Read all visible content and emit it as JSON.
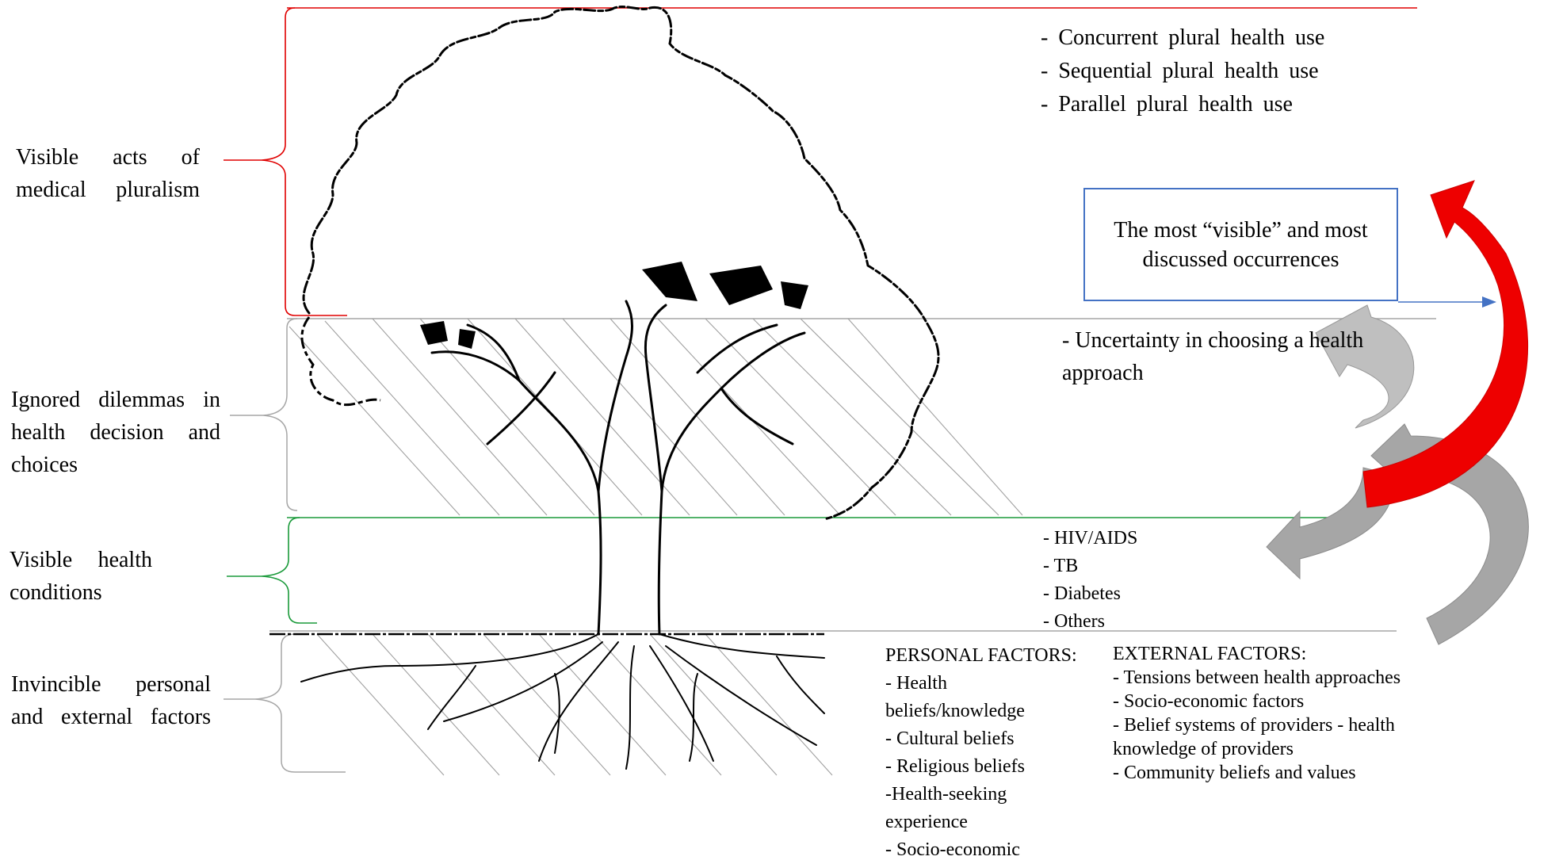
{
  "left_labels": {
    "visible_acts": "Visible acts of medical pluralism",
    "ignored_dilemmas": "Ignored dilemmas in health decision and choices",
    "visible_conditions": "Visible health conditions",
    "invincible_factors": "Invincible personal and external factors"
  },
  "pluralism_list": [
    "-  Concurrent plural health use",
    "-  Sequential plural health use",
    "-  Parallel plural health use"
  ],
  "callout_box": "The most “visible” and most discussed occurrences",
  "dilemma_text": "- Uncertainty in choosing a health approach",
  "conditions_list": [
    "- HIV/AIDS",
    "- TB",
    "- Diabetes",
    "- Others"
  ],
  "personal_factors": {
    "heading": "PERSONAL FACTORS:",
    "items": [
      "- Health",
      "beliefs/knowledge",
      "- Cultural beliefs",
      "- Religious beliefs",
      "-Health-seeking",
      "experience",
      "- Socio-economic"
    ]
  },
  "external_factors": {
    "heading": "EXTERNAL FACTORS:",
    "items": [
      "- Tensions between health approaches",
      "- Socio-economic factors",
      "- Belief systems of providers - health",
      "knowledge of providers",
      "- Community beliefs and values"
    ]
  },
  "colors": {
    "red_bracket": "#e00000",
    "green_bracket": "#1a9a3a",
    "gray_bracket": "#a6a6a6",
    "blue_box": "#4472c4",
    "red_arrow": "#ee0000",
    "gray_arrow": "#a0a0a0"
  }
}
